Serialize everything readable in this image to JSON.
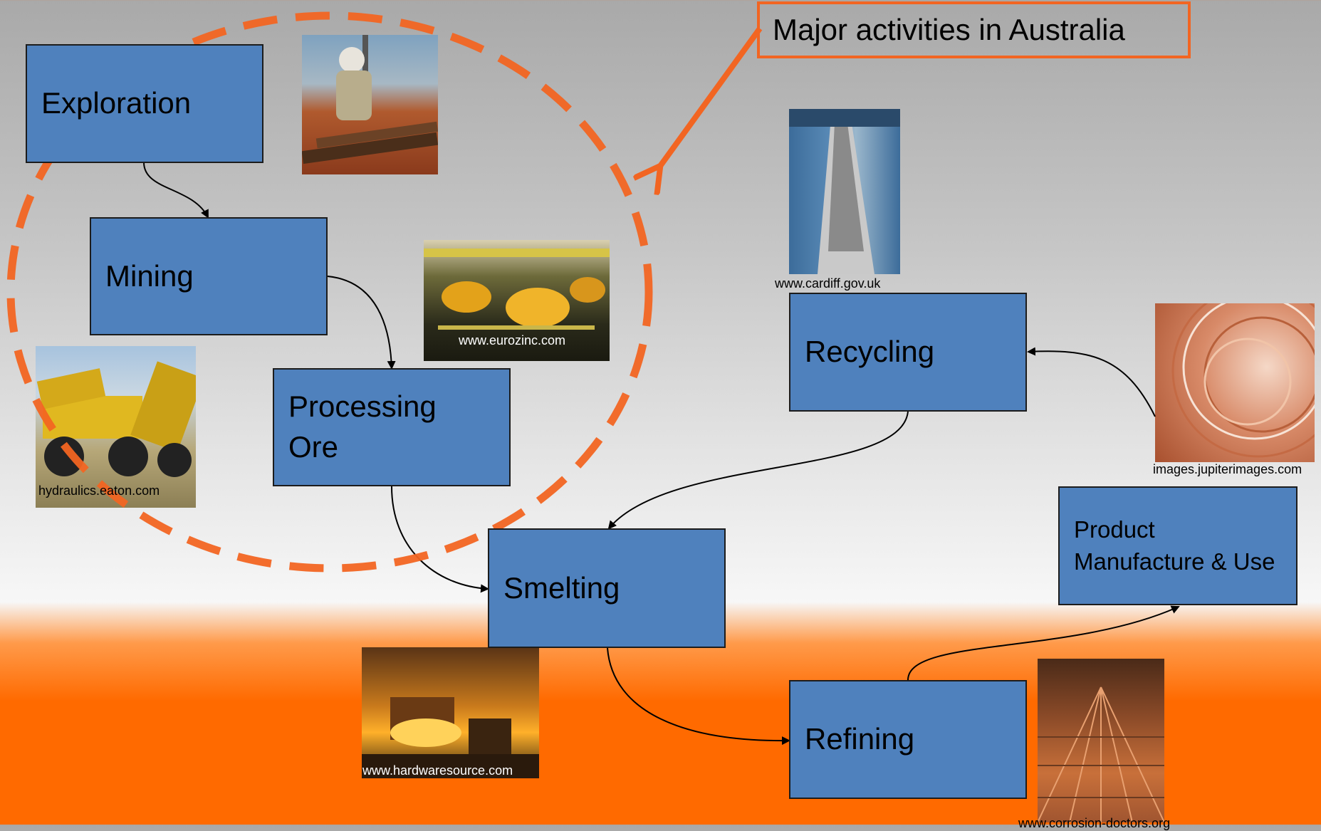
{
  "callout": {
    "text": "Major activities in Australia"
  },
  "steps": {
    "exploration": "Exploration",
    "mining": "Mining",
    "processing_line1": "Processing",
    "processing_line2": "Ore",
    "smelting": "Smelting",
    "refining": "Refining",
    "product_line1": "Product",
    "product_line2": "Manufacture & Use",
    "recycling": "Recycling"
  },
  "captions": {
    "eurozinc": "www.eurozinc.com",
    "eaton": "hydraulics.eaton.com",
    "cardiff": "www.cardiff.gov.uk",
    "jupiter": "images.jupiterimages.com",
    "hardware": "www.hardwaresource.com",
    "corrosion": "www.corrosion-doctors.org"
  },
  "colors": {
    "box_fill": "#4f81bd",
    "accent_orange": "#f26522",
    "background_orange": "#ff6a00"
  }
}
